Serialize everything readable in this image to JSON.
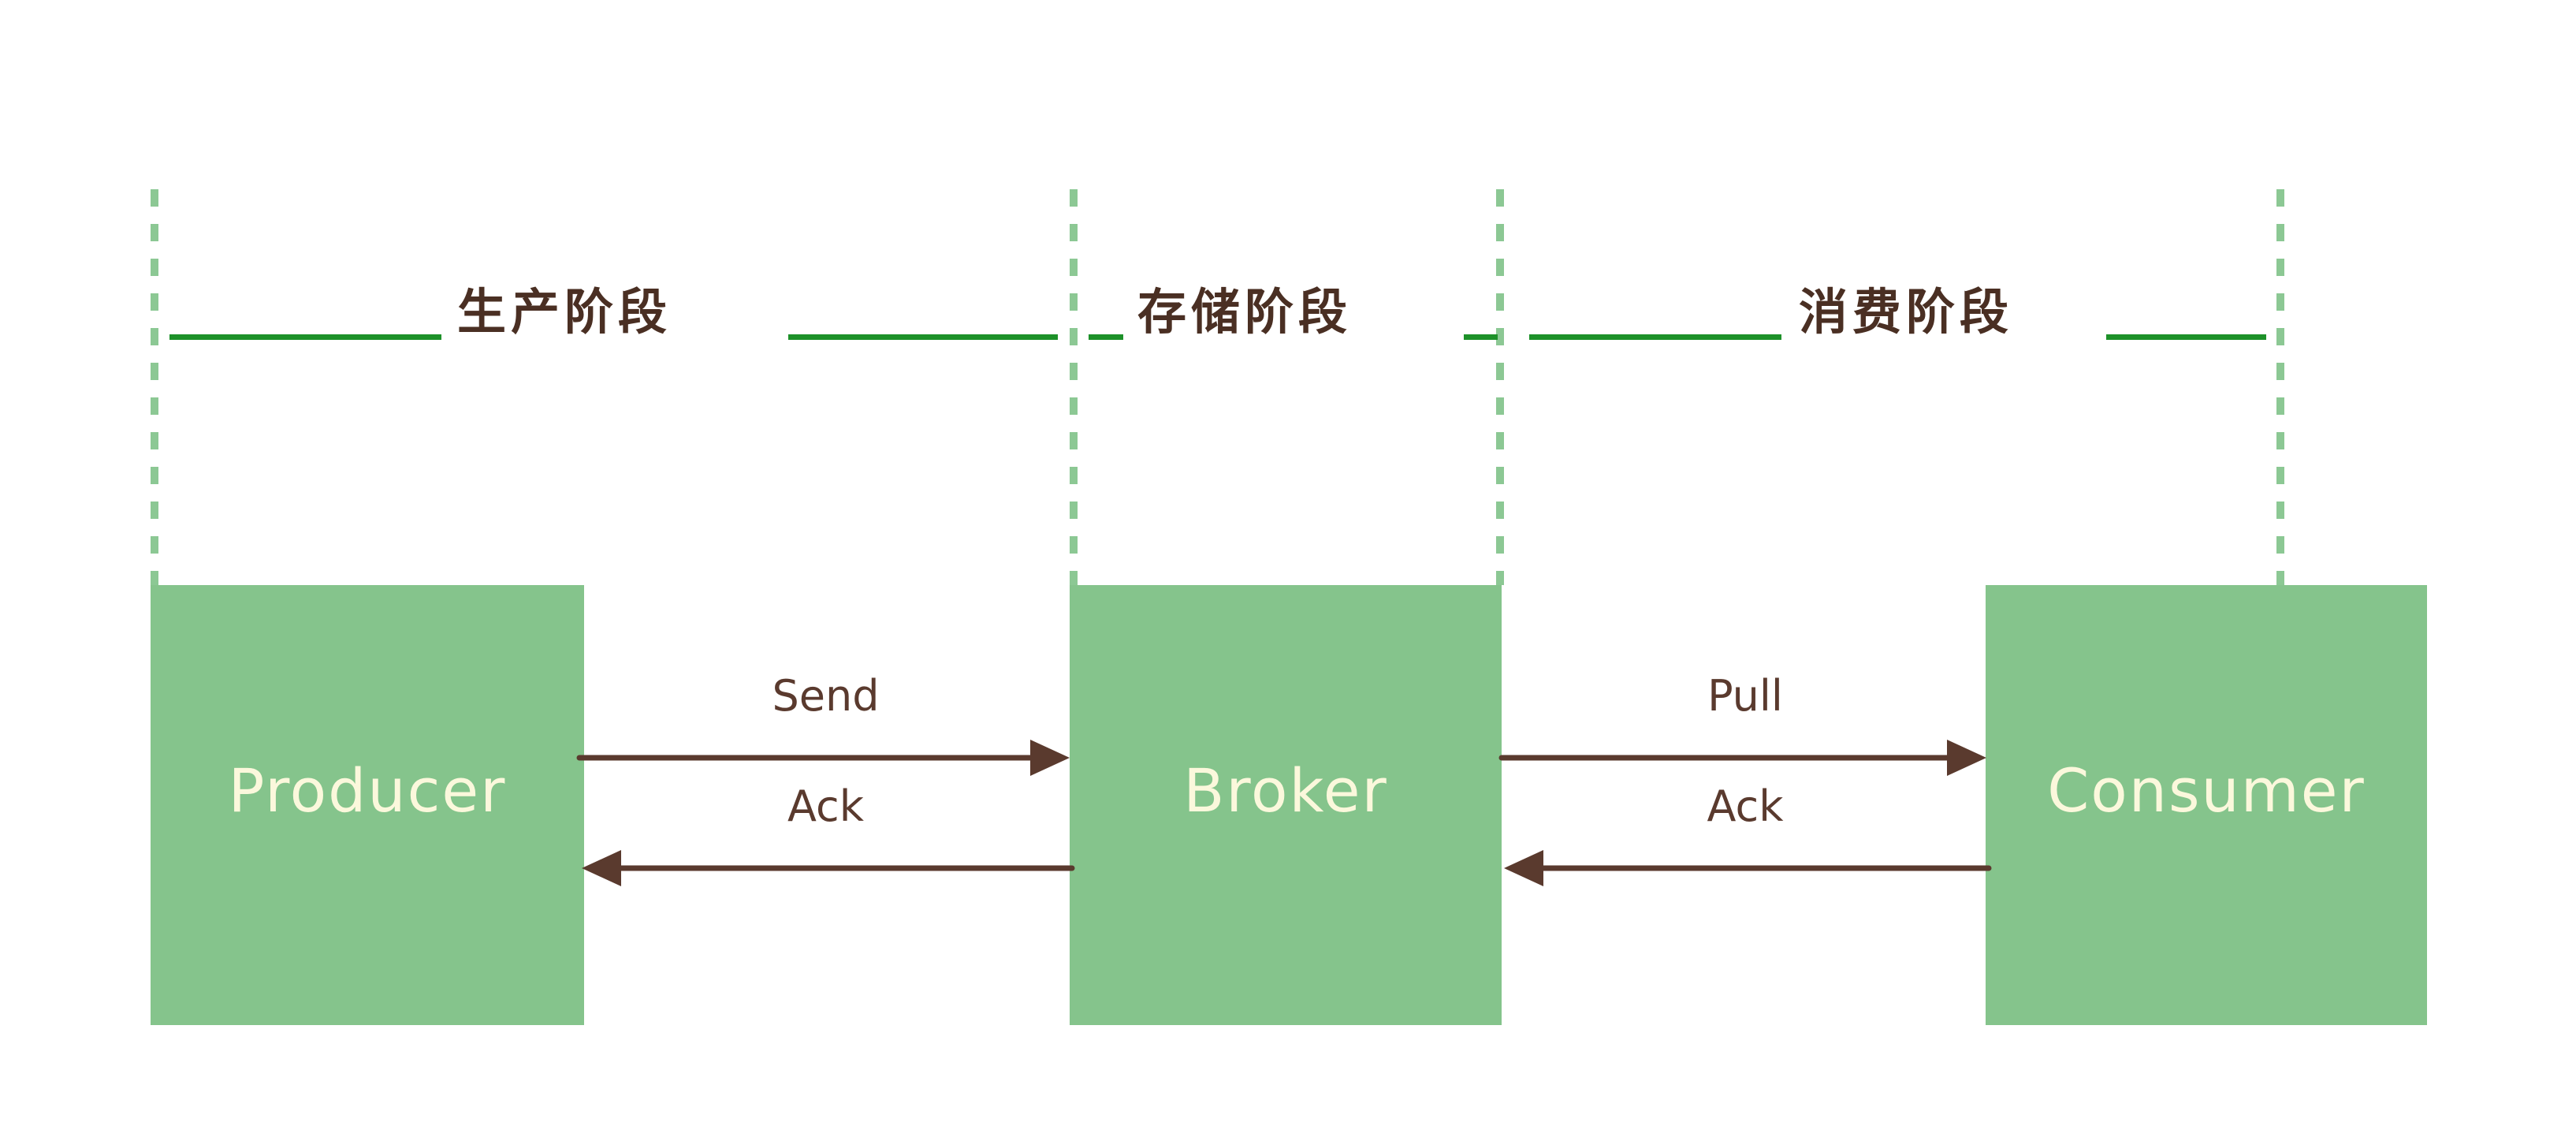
{
  "diagram": {
    "title_present": false,
    "colors": {
      "box_fill": "#85C48C",
      "box_text": "#FBF8DC",
      "dashed_line": "#8CC894",
      "stage_rule": "#1D9129",
      "arrow_brown": "#5A3A2E",
      "background": "#ffffff"
    },
    "stages": [
      {
        "id": "produce",
        "label": "生产阶段"
      },
      {
        "id": "store",
        "label": "存储阶段"
      },
      {
        "id": "consume",
        "label": "消费阶段"
      }
    ],
    "nodes": [
      {
        "id": "producer",
        "label": "Producer"
      },
      {
        "id": "broker",
        "label": "Broker"
      },
      {
        "id": "consumer",
        "label": "Consumer"
      }
    ],
    "arrows": [
      {
        "id": "send",
        "label": "Send",
        "direction": "right",
        "from": "producer",
        "to": "broker"
      },
      {
        "id": "ack-broker",
        "label": "Ack",
        "direction": "left",
        "from": "broker",
        "to": "producer"
      },
      {
        "id": "pull",
        "label": "Pull",
        "direction": "right",
        "from": "broker",
        "to": "consumer"
      },
      {
        "id": "ack-consumer",
        "label": "Ack",
        "direction": "left",
        "from": "consumer",
        "to": "broker"
      }
    ]
  }
}
